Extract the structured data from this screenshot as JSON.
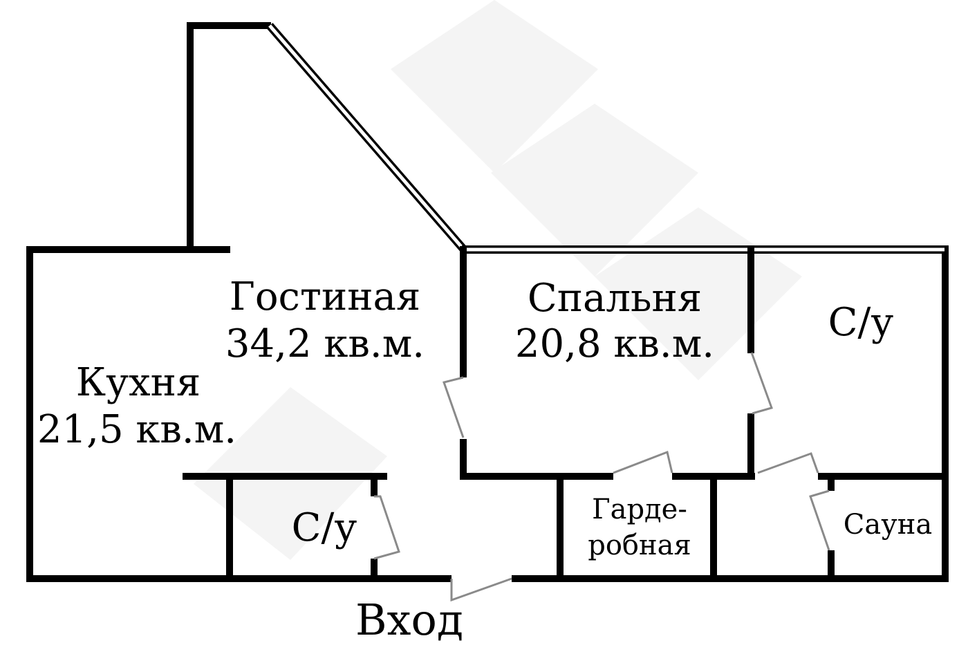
{
  "rooms": {
    "living": {
      "name": "Гостиная",
      "area": "34,2 кв.м."
    },
    "bedroom": {
      "name": "Спальня",
      "area": "20,8 кв.м."
    },
    "kitchen": {
      "name": "Кухня",
      "area": "21,5 кв.м."
    },
    "bathroom_large": {
      "name": "С/у"
    },
    "bathroom_small": {
      "name": "С/у"
    },
    "wardrobe": {
      "line1": "Гарде-",
      "line2": "робная"
    },
    "sauna": {
      "name": "Сауна"
    }
  },
  "entrance": {
    "label": "Вход"
  },
  "colors": {
    "wall": "#000000",
    "door": "#8a8a8a",
    "watermark": "#f4f4f4",
    "background": "#ffffff"
  }
}
